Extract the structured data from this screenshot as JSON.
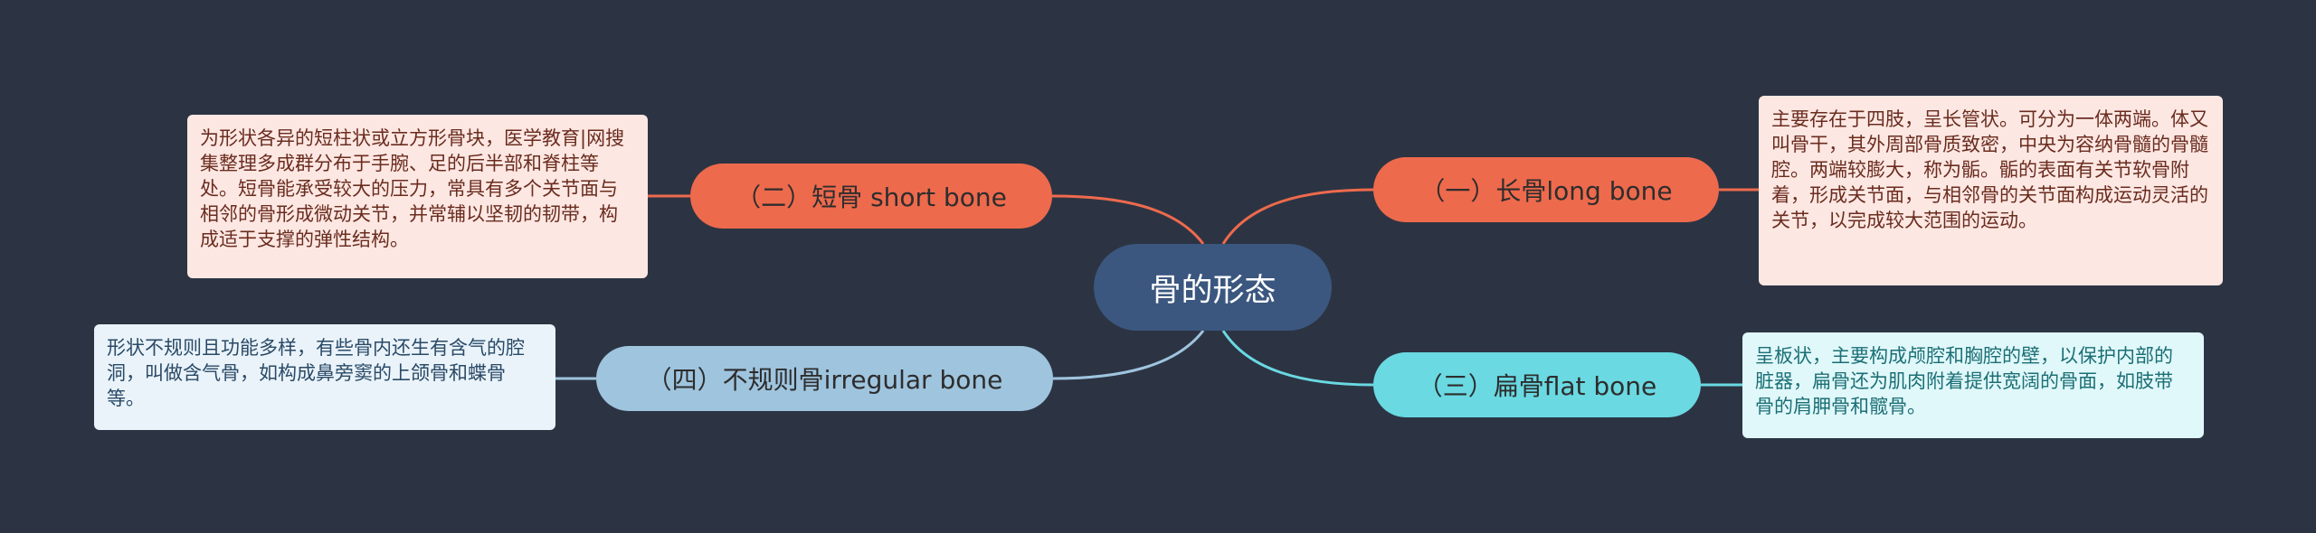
{
  "root": {
    "label": "骨的形态"
  },
  "branches": {
    "long": {
      "label": "（一）长骨long bone",
      "note": "主要存在于四肢，呈长管状。可分为一体两端。体又叫骨干，其外周部骨质致密，中央为容纳骨髓的骨髓腔。两端较膨大，称为骺。骺的表面有关节软骨附着，形成关节面，与相邻骨的关节面构成运动灵活的关节，以完成较大范围的运动。"
    },
    "short": {
      "label": "（二）短骨 short bone",
      "note": "为形状各异的短柱状或立方形骨块，医学教育|网搜集整理多成群分布于手腕、足的后半部和脊柱等处。短骨能承受较大的压力，常具有多个关节面与相邻的骨形成微动关节，并常辅以坚韧的韧带，构成适于支撑的弹性结构。"
    },
    "flat": {
      "label": "（三）扁骨flat bone",
      "note": "呈板状，主要构成颅腔和胸腔的壁，以保护内部的脏器，扁骨还为肌肉附着提供宽阔的骨面，如肢带骨的肩胛骨和髋骨。"
    },
    "irregular": {
      "label": "（四）不规则骨irregular bone",
      "note": "形状不规则且功能多样，有些骨内还生有含气的腔洞，叫做含气骨，如构成鼻旁窦的上颌骨和蝶骨等。"
    }
  },
  "colors": {
    "background": "#2c3443",
    "root": "#3b577f",
    "long": "#ee6a4d",
    "short": "#ee6a4d",
    "flat": "#6ad9e2",
    "irregular": "#9fc4de"
  }
}
